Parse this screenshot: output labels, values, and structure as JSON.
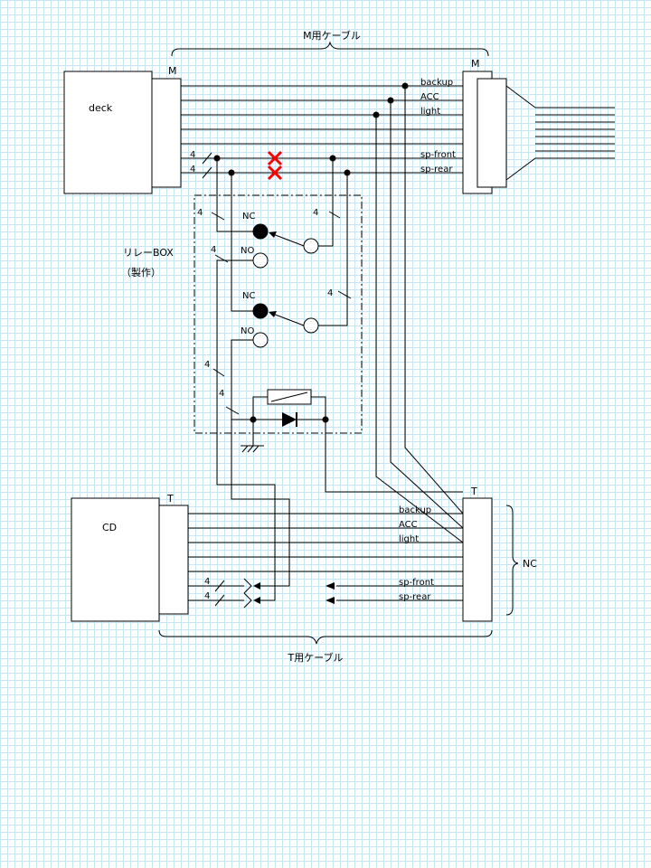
{
  "top_cable_label": "M用ケーブル",
  "bottom_cable_label": "T用ケーブル",
  "deck": {
    "label": "deck",
    "connector": "M"
  },
  "top_right_connector": "M",
  "cd": {
    "label": "CD",
    "connector": "T"
  },
  "bottom_right_connector": "T",
  "nc_bracket_label": "NC",
  "relay_box": {
    "title": "リレーBOX",
    "subtitle": "（製作）"
  },
  "relays": [
    {
      "nc": "NC",
      "no": "NO"
    },
    {
      "nc": "NC",
      "no": "NO"
    }
  ],
  "top_signals": [
    "backup",
    "ACC",
    "light",
    "sp-front",
    "sp-rear"
  ],
  "bottom_signals": [
    "backup",
    "ACC",
    "light",
    "sp-front",
    "sp-rear"
  ],
  "wire_count": "4",
  "colors": {
    "wire": "#000000",
    "cut_mark": "#ff0000",
    "grid": "#c6e6f6"
  }
}
